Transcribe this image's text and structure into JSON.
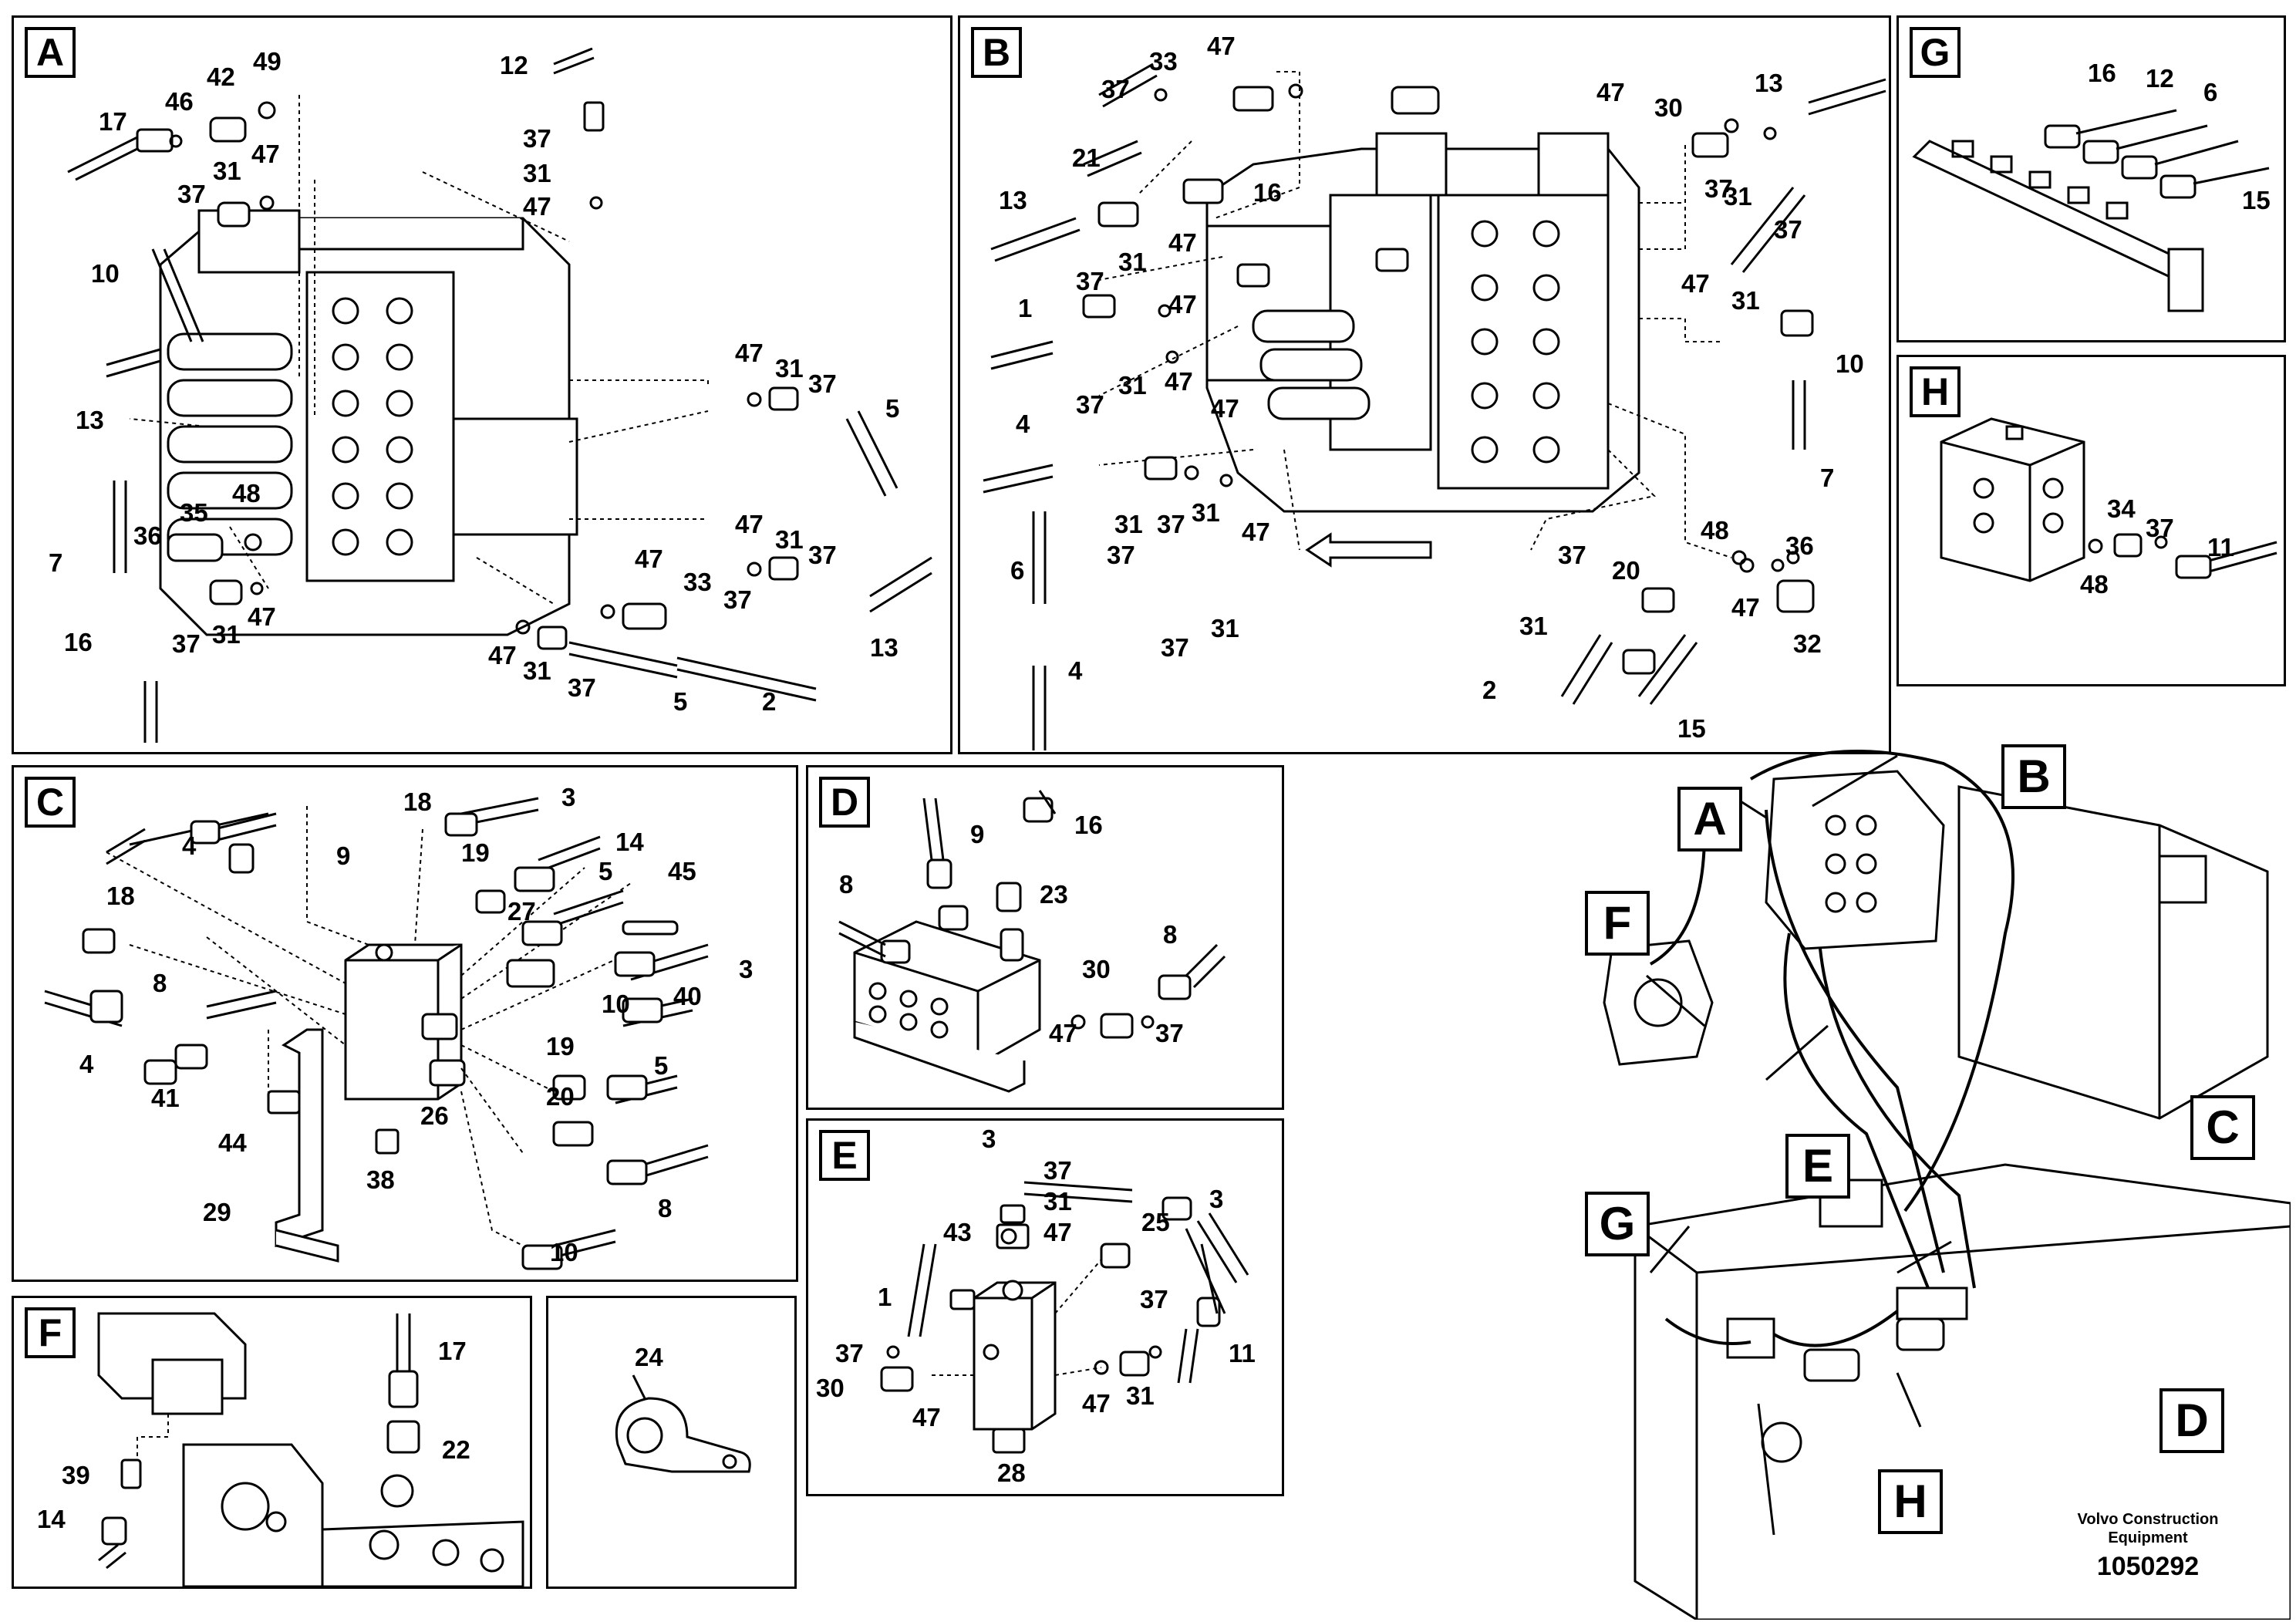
{
  "panels": {
    "A": {
      "label": "A",
      "numbers": [
        "17",
        "46",
        "42",
        "49",
        "12",
        "37",
        "31",
        "47",
        "37",
        "31",
        "47",
        "10",
        "13",
        "48",
        "35",
        "7",
        "36",
        "16",
        "37",
        "31",
        "47",
        "47",
        "31",
        "37",
        "5",
        "47",
        "31",
        "37",
        "47",
        "33",
        "37",
        "13",
        "47",
        "31",
        "37",
        "5",
        "2"
      ]
    },
    "B": {
      "label": "B",
      "numbers": [
        "47",
        "33",
        "37",
        "21",
        "13",
        "16",
        "47",
        "30",
        "13",
        "37",
        "47",
        "37",
        "31",
        "47",
        "37",
        "31",
        "47",
        "47",
        "31",
        "1",
        "37",
        "31",
        "47",
        "4",
        "37",
        "31",
        "37",
        "31",
        "47",
        "6",
        "4",
        "37",
        "31",
        "47",
        "37",
        "20",
        "31",
        "2",
        "15",
        "7",
        "48",
        "36",
        "32",
        "10"
      ]
    },
    "C": {
      "label": "C",
      "numbers": [
        "18",
        "3",
        "9",
        "14",
        "4",
        "19",
        "5",
        "45",
        "18",
        "27",
        "3",
        "8",
        "40",
        "10",
        "4",
        "41",
        "19",
        "20",
        "5",
        "44",
        "26",
        "38",
        "29",
        "8",
        "10"
      ]
    },
    "D": {
      "label": "D",
      "numbers": [
        "9",
        "16",
        "8",
        "23",
        "30",
        "8",
        "47",
        "37"
      ]
    },
    "E": {
      "label": "E",
      "numbers": [
        "3",
        "37",
        "31",
        "47",
        "43",
        "25",
        "3",
        "1",
        "37",
        "37",
        "30",
        "47",
        "47",
        "31",
        "11",
        "28"
      ]
    },
    "F": {
      "label": "F",
      "numbers": [
        "17",
        "22",
        "39",
        "14"
      ]
    },
    "G": {
      "label": "G",
      "numbers": [
        "16",
        "12",
        "6",
        "15"
      ]
    },
    "H": {
      "label": "H",
      "numbers": [
        "34",
        "37",
        "48",
        "11"
      ]
    },
    "P24": {
      "numbers": [
        "24"
      ]
    }
  },
  "callouts": [
    "A",
    "B",
    "F",
    "C",
    "E",
    "G",
    "D",
    "H"
  ],
  "footer": {
    "brand_line1": "Volvo Construction",
    "brand_line2": "Equipment",
    "doc_number": "1050292"
  }
}
